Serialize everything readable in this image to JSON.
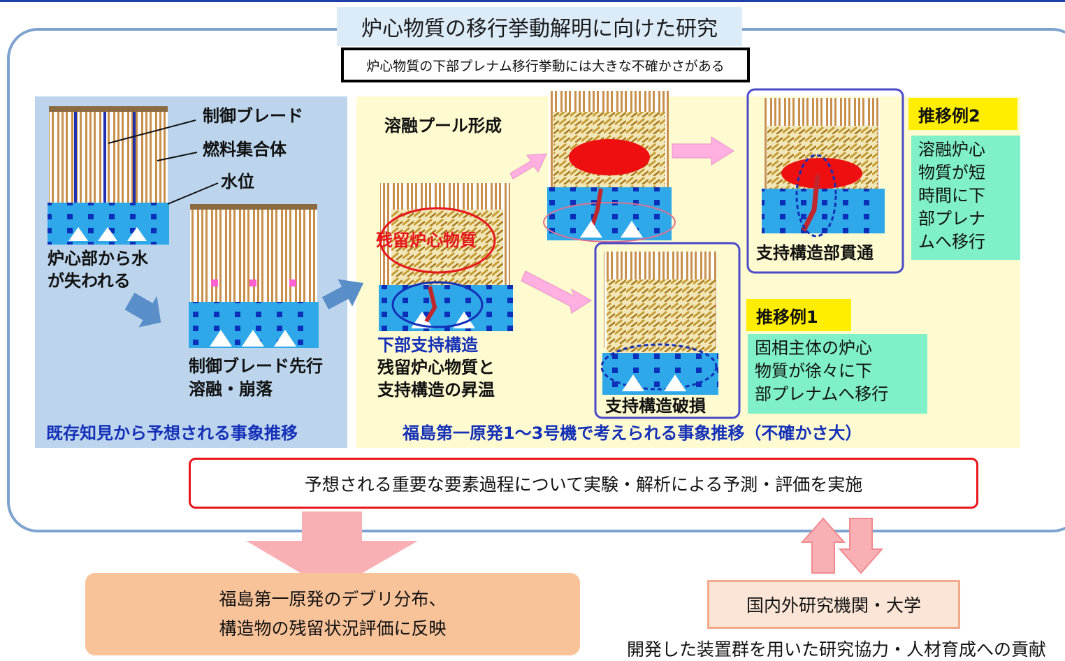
{
  "title": "炉心物質の移行挙動解明に向けた研究",
  "subtitle": "炉心物質の下部プレナム移行挙動には大きな不確かさがある",
  "left_panel": {
    "label_control_blade": "制御ブレード",
    "label_fuel_assembly": "燃料集合体",
    "label_water_level": "水位",
    "label_water_lost_1": "炉心部から水",
    "label_water_lost_2": "が失われる",
    "label_blade_melt_1": "制御ブレード先行",
    "label_blade_melt_2": "溶融・崩落",
    "caption": "既存知見から予想される事象推移"
  },
  "right_panel": {
    "label_pool": "溶融プール形成",
    "label_residual": "残留炉心物質",
    "label_lower_support": "下部支持構造",
    "label_heatup_1": "残留炉心物質と",
    "label_heatup_2": "支持構造の昇温",
    "label_damage": "支持構造破損",
    "label_penetration": "支持構造部貫通",
    "case1_tag": "推移例1",
    "case1_text": [
      "固相主体の炉心",
      "物質が徐々に下",
      "部プレナムへ移行"
    ],
    "case2_tag": "推移例2",
    "case2_text": [
      "溶融炉心",
      "物質が短",
      "時間に下",
      "部プレナ",
      "ムへ移行"
    ],
    "caption": "福島第一原発1～3号機で考えられる事象推移（不確かさ大）"
  },
  "action_box": "予想される重要な要素過程について実験・解析による予測・評価を実施",
  "outcome_lines": [
    "福島第一原発のデブリ分布、",
    "構造物の残留状況評価に反映"
  ],
  "partner_box": "国内外研究機関・大学",
  "footer": "開発した装置群を用いた研究協力・人材育成への貢献",
  "colors": {
    "frame": "#7ea3cf",
    "left_panel": "#bcd5ed",
    "right_panel": "#fffbd0",
    "accent_blue": "#1430b8",
    "red": "#e8161c",
    "green_box": "#7ff0c8",
    "yellow_tag": "#ffee00",
    "orange_box": "#f9c39a"
  }
}
